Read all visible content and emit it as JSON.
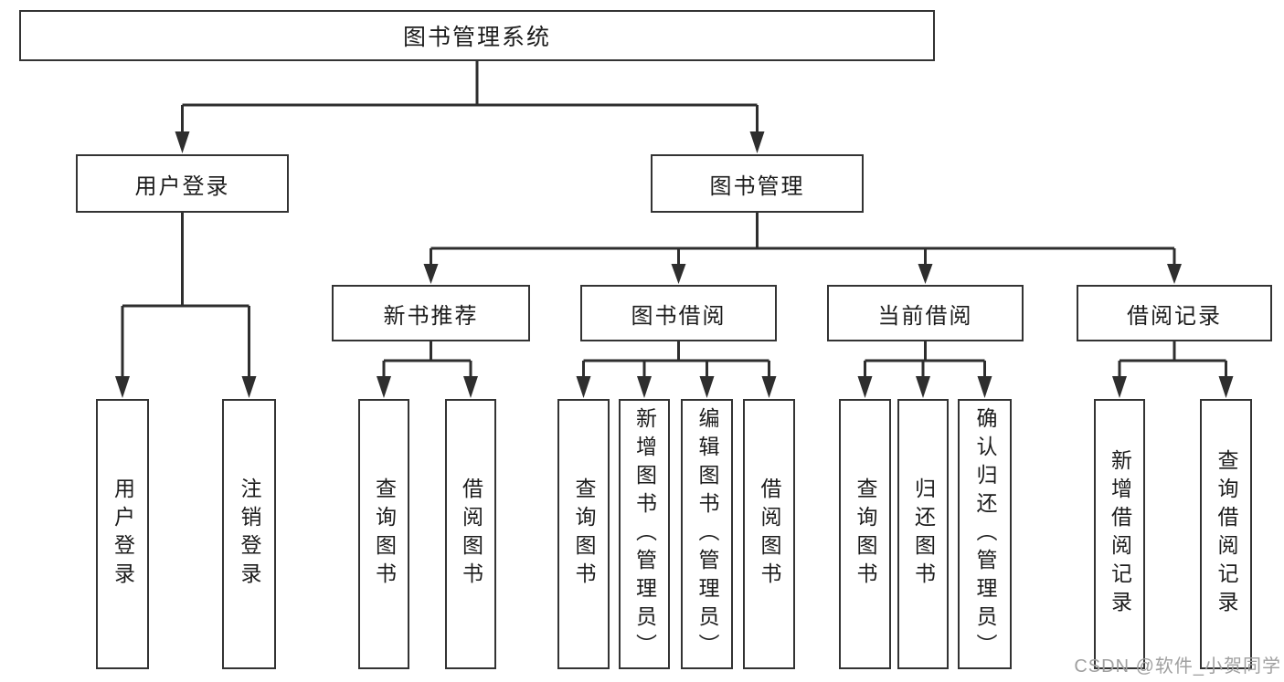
{
  "meta": {
    "title": "图书管理系统功能结构图",
    "background_color": "#ffffff",
    "line_color": "#2e2e2e",
    "box_border_color": "#333333",
    "text_color": "#1c1c1c",
    "watermark_color": "#a0a0a0"
  },
  "watermark": {
    "text": "CSDN @软件_小贺同学"
  },
  "tree": {
    "root": {
      "label": "图书管理系统",
      "children": [
        {
          "label": "用户登录",
          "children": [
            {
              "label": "用户登录"
            },
            {
              "label": "注销登录"
            }
          ]
        },
        {
          "label": "图书管理",
          "children": [
            {
              "label": "新书推荐",
              "children": [
                {
                  "label": "查询图书"
                },
                {
                  "label": "借阅图书"
                }
              ]
            },
            {
              "label": "图书借阅",
              "children": [
                {
                  "label": "查询图书"
                },
                {
                  "label": "新增图书（管理员）"
                },
                {
                  "label": "编辑图书（管理员）"
                },
                {
                  "label": "借阅图书"
                }
              ]
            },
            {
              "label": "当前借阅",
              "children": [
                {
                  "label": "查询图书"
                },
                {
                  "label": "归还图书"
                },
                {
                  "label": "确认归还（管理员）"
                }
              ]
            },
            {
              "label": "借阅记录",
              "children": [
                {
                  "label": "新增借阅记录"
                },
                {
                  "label": "查询借阅记录"
                }
              ]
            }
          ]
        }
      ]
    }
  }
}
